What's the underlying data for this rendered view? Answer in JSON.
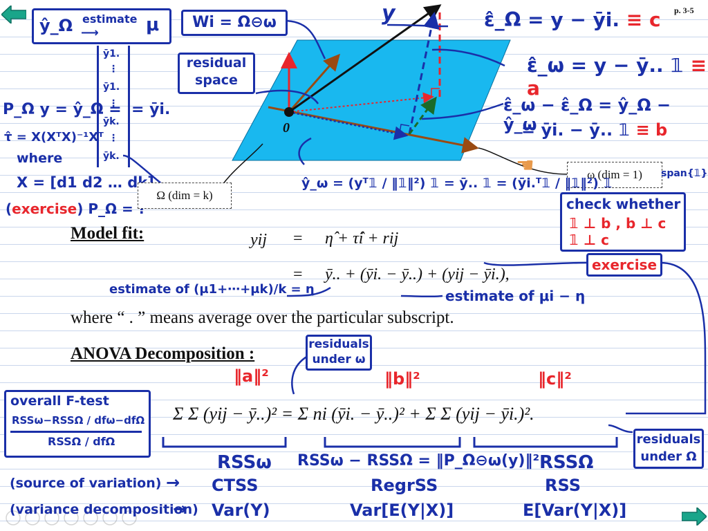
{
  "page": {
    "number": "p. 3-5"
  },
  "top": {
    "estimate_box": {
      "lhs": "ŷ_Ω",
      "arrow_label": "estimate",
      "rhs": "μ"
    },
    "wi_box": "Wi = Ω⊖ω",
    "residual_space": "residual space",
    "projection": {
      "lhs": "P_Ω y = ŷ_Ω =",
      "vector_entries": [
        "ȳ1.",
        "⋮",
        "ȳ1.",
        "⋮",
        "ȳk.",
        "⋮",
        "ȳk."
      ],
      "rhs": "= ȳi."
    },
    "tau": "τ̂ = X(XᵀX)⁻¹Xᵀ",
    "where": "where",
    "x_def": "X = [d1 d2 … dk]",
    "exercise_p": {
      "label": "exercise",
      "text": "P_Ω = ?"
    },
    "omega_box": "Ω (dim = k)",
    "origin": "0",
    "y_label": "y"
  },
  "right": {
    "eps_omega_cap": {
      "text": "ε̂_Ω = y − ȳi.",
      "tag": "≡ c"
    },
    "eps_omega": {
      "text": "ε̂_ω = y − ȳ.. 𝟙",
      "tag": "≡ a"
    },
    "diff_line1": "ε̂_ω − ε̂_Ω = ŷ_Ω − ŷ_ω",
    "diff_line2": {
      "text": "= ȳi. − ȳ.. 𝟙",
      "tag": "≡ b"
    },
    "small_omega_box": "ω (dim = 1)",
    "span": "span{𝟙}",
    "y_hat_omega": "ŷ_ω = (yᵀ𝟙 / ‖𝟙‖²) 𝟙 = ȳ.. 𝟙 = (ȳi.ᵀ𝟙 / ‖𝟙‖²) 𝟙",
    "check_box": {
      "title": "check whether",
      "line1": "𝟙 ⊥ b , b ⊥ c",
      "line2": "𝟙 ⊥ c"
    }
  },
  "model": {
    "title": "Model fit:",
    "line1": {
      "lhs": "yij",
      "eq": "=",
      "rhs": "η̂ + τ̂i + rij"
    },
    "line2": {
      "eq": "=",
      "rhs": "ȳ.. + (ȳi. − ȳ..) + (yij − ȳi.),"
    },
    "estimate_eta": "estimate of (μ1+⋯+μk)/k = η",
    "estimate_mu": "estimate of μi − η",
    "exercise": "exercise",
    "where_line": "where “ . ” means average over the particular subscript."
  },
  "anova": {
    "title": "ANOVA Decomposition :",
    "residuals_omega": "residuals under ω",
    "norm_a": "‖a‖²",
    "norm_b": "‖b‖²",
    "norm_c": "‖c‖²",
    "equation": "Σ Σ (yij − ȳ..)² = Σ ni (ȳi. − ȳ..)² + Σ Σ (yij − ȳi.)².",
    "f_test": {
      "title": "overall F-test",
      "num": "RSSω−RSSΩ / dfω−dfΩ",
      "den": "RSSΩ / dfΩ"
    },
    "residuals_Omega": "residuals under Ω",
    "rss_omega": "RSSω",
    "rss_diff": "RSSω − RSSΩ = ‖P_Ω⊖ω(y)‖²",
    "rss_Omega": "RSSΩ",
    "row_source": {
      "label": "(source of variation)",
      "c1": "CTSS",
      "c2": "RegrSS",
      "c3": "RSS"
    },
    "row_var": {
      "label": "(variance decomposition)",
      "c1": "Var(Y)",
      "c2": "Var[E(Y|X)]",
      "c3": "E[Var(Y|X)]"
    }
  }
}
